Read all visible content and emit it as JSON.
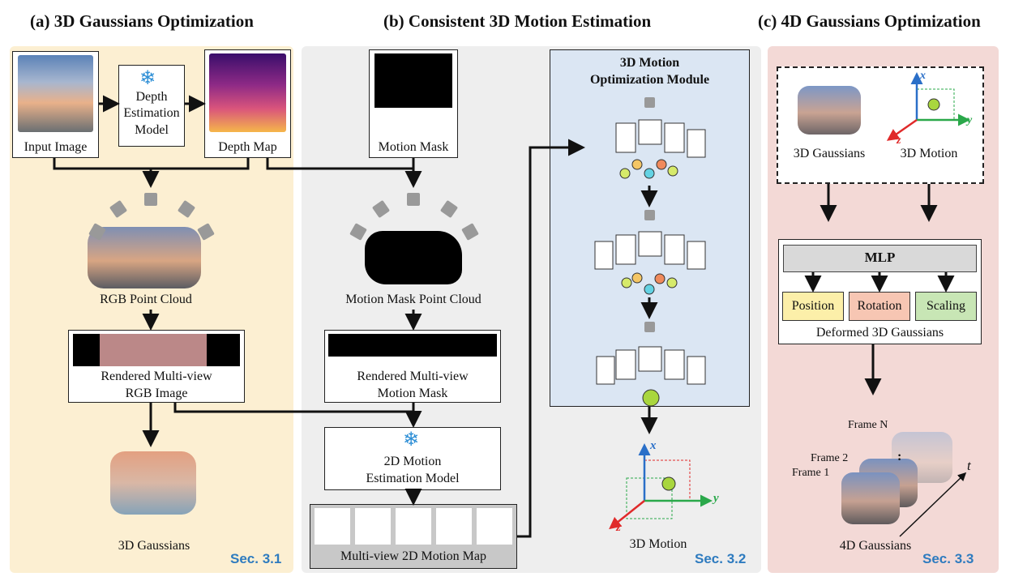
{
  "titles": {
    "a": "(a) 3D Gaussians Optimization",
    "b": "(b) Consistent 3D Motion Estimation",
    "c": "(c) 4D Gaussians Optimization"
  },
  "panel_a": {
    "input_image": "Input Image",
    "depth_model_l1": "Depth",
    "depth_model_l2": "Estimation",
    "depth_model_l3": "Model",
    "depth_map": "Depth Map",
    "rgb_point_cloud": "RGB Point Cloud",
    "rendered_l1": "Rendered Multi-view",
    "rendered_l2": "RGB Image",
    "gaussians": "3D Gaussians",
    "sec": "Sec. 3.1"
  },
  "panel_b": {
    "motion_mask": "Motion Mask",
    "mask_point_cloud": "Motion Mask Point Cloud",
    "rendered_l1": "Rendered Multi-view",
    "rendered_l2": "Motion Mask",
    "motion_model_l1": "2D Motion",
    "motion_model_l2": "Estimation Model",
    "motion_map": "Multi-view 2D Motion Map",
    "module_l1": "3D Motion",
    "module_l2": "Optimization Module",
    "motion_3d": "3D Motion",
    "axis_x": "x",
    "axis_y": "y",
    "axis_z": "z",
    "sec": "Sec. 3.2"
  },
  "panel_c": {
    "gaussians": "3D Gaussians",
    "motion": "3D Motion",
    "axis_x": "x",
    "axis_y": "y",
    "axis_z": "z",
    "mlp": "MLP",
    "position": "Position",
    "rotation": "Rotation",
    "scaling": "Scaling",
    "deformed": "Deformed 3D Gaussians",
    "frame_n": "Frame N",
    "frame_2": "Frame 2",
    "frame_1": "Frame 1",
    "dots": ":",
    "t": "t",
    "gaussians_4d": "4D Gaussians",
    "sec": "Sec. 3.3"
  },
  "colors": {
    "panel_a_bg": "#fcefd2",
    "panel_b_bg": "#eeeeee",
    "panel_c_bg": "#f3d9d6",
    "module_bg": "#dbe6f3",
    "sec_blue": "#2e7bbf",
    "position": "#fcefa9",
    "rotation": "#f7c6b3",
    "scaling": "#c8e6b5",
    "axis_x": "#2a6fc8",
    "axis_y": "#2aa84a",
    "axis_z": "#e02a2a"
  }
}
